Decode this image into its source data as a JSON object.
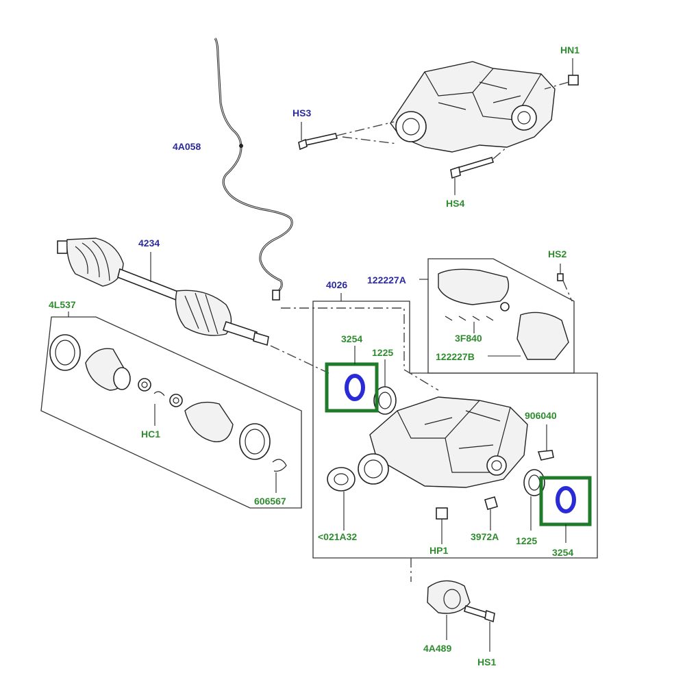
{
  "diagram": {
    "labels": {
      "hn1": "HN1",
      "hs3": "HS3",
      "hs4": "HS4",
      "a4a058": "4A058",
      "a4234": "4234",
      "hs2": "HS2",
      "a122227a": "122227A",
      "a4026": "4026",
      "a4l537": "4L537",
      "a3f840": "3F840",
      "a122227b": "122227B",
      "a3254_top": "3254",
      "a1225_top": "1225",
      "hc1": "HC1",
      "a906040": "906040",
      "a606567": "606567",
      "a021a32": "<021A32",
      "hp1": "HP1",
      "a3972a": "3972A",
      "a1225_bottom": "1225",
      "a3254_bottom": "3254",
      "a4a489": "4A489",
      "hs1": "HS1"
    },
    "colors": {
      "blue_label": "#2a2a9c",
      "green_label": "#2e8b2e",
      "highlight_box": "#1f7a2a",
      "highlight_ring": "#2a2ad6"
    }
  }
}
